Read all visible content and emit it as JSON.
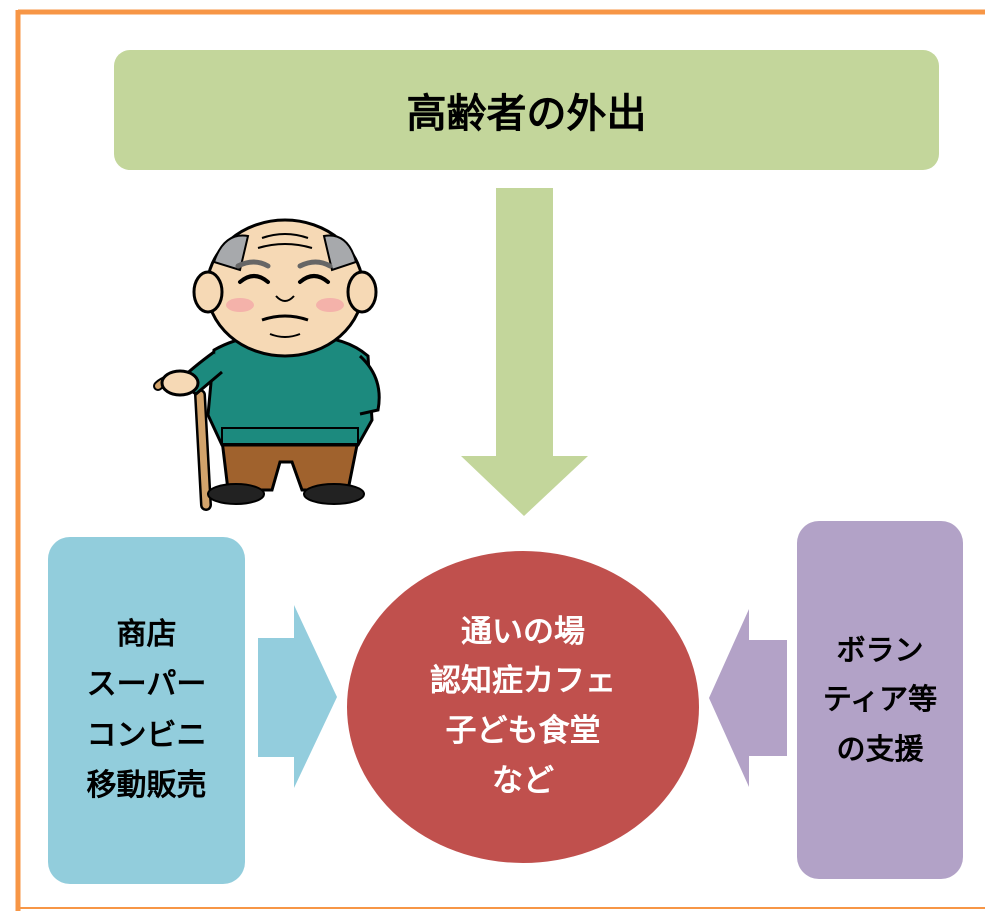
{
  "title": "高齢者の外出",
  "center": {
    "lines": [
      "通いの場",
      "認知症カフェ",
      "子ども食堂",
      "など"
    ]
  },
  "left": {
    "lines": [
      "商店",
      "スーパー",
      "コンビニ",
      "移動販売"
    ]
  },
  "right": {
    "lines": [
      "ボラン",
      "ティア等",
      "の支援"
    ]
  },
  "colors": {
    "frame": "#F79646",
    "title_box": "#C3D69B",
    "down_arrow": "#C3D69B",
    "center_circle": "#C0504D",
    "left_box": "#92CDDC",
    "left_arrow": "#93CDDD",
    "right_box": "#B2A2C7",
    "right_arrow": "#B3A2C7"
  },
  "icons": {
    "elderly_person": "elderly-man-with-cane-illustration"
  }
}
